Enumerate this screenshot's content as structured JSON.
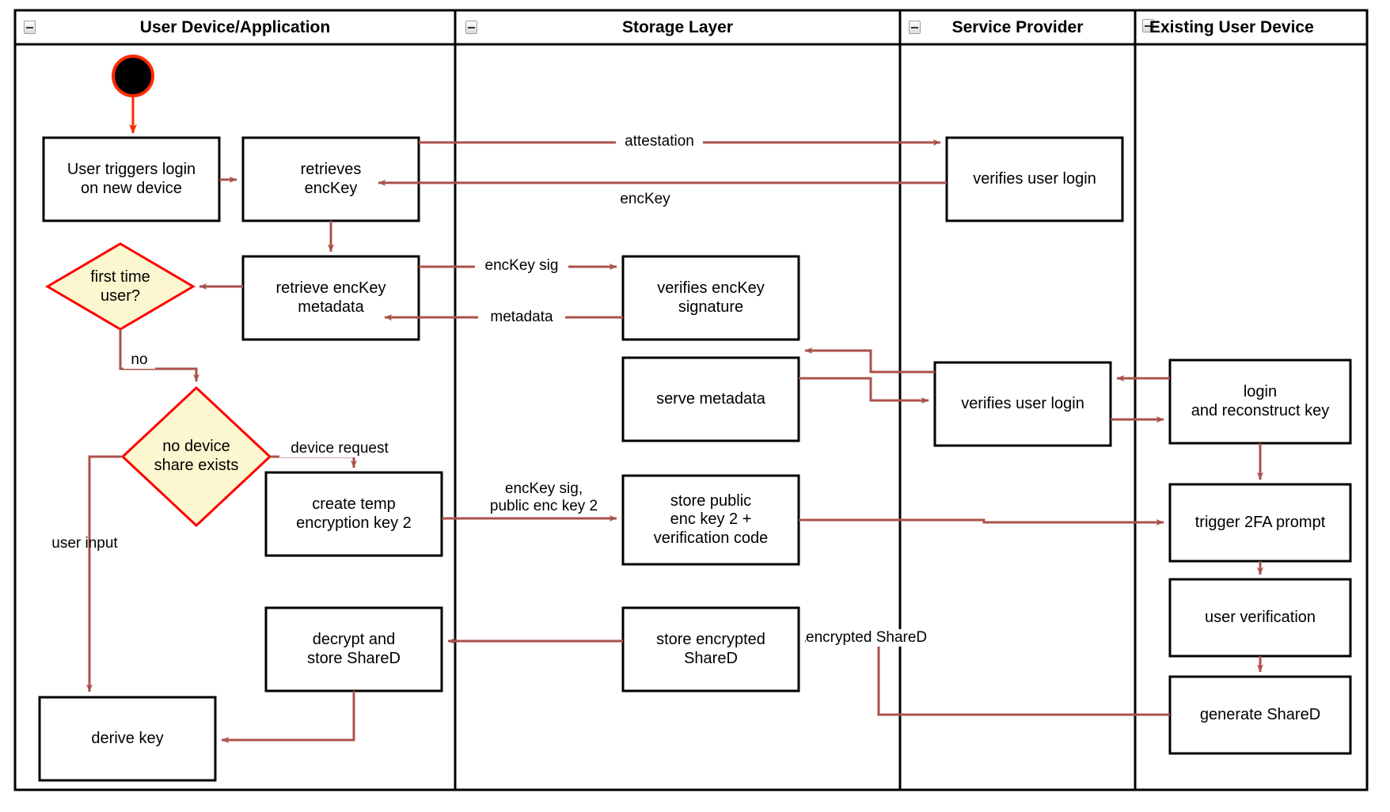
{
  "diagram": {
    "title": "Key recovery activity diagram",
    "colors": {
      "edge": "#ab514b",
      "start_arrow": "#ff2a00",
      "decision_fill": "#fdf7cf",
      "decision_stroke": "#ff0000",
      "node_stroke": "#000000",
      "lane_stroke": "#000000",
      "background": "#ffffff"
    },
    "lanes": [
      {
        "id": "lane-user-device",
        "label": "User Device/Application",
        "icon": "collapse-icon"
      },
      {
        "id": "lane-storage",
        "label": "Storage Layer",
        "icon": "collapse-icon"
      },
      {
        "id": "lane-service-provider",
        "label": "Service Provider",
        "icon": "collapse-icon"
      },
      {
        "id": "lane-existing-device",
        "label": "Existing User Device",
        "icon": "collapse-icon"
      }
    ],
    "nodes": [
      {
        "id": "start",
        "type": "start",
        "label": "",
        "lane": "lane-user-device"
      },
      {
        "id": "user-triggers-login",
        "type": "activity",
        "label": "User triggers login\non new device",
        "lane": "lane-user-device"
      },
      {
        "id": "retrieves-enckey",
        "type": "activity",
        "label": "retrieves\nencKey",
        "lane": "lane-user-device"
      },
      {
        "id": "retrieve-enckey-metadata",
        "type": "activity",
        "label": "retrieve encKey\nmetadata",
        "lane": "lane-user-device"
      },
      {
        "id": "first-time-user",
        "type": "decision",
        "label": "first time\nuser?",
        "lane": "lane-user-device"
      },
      {
        "id": "no-device-share-exists",
        "type": "decision",
        "label": "no device\nshare exists",
        "lane": "lane-user-device"
      },
      {
        "id": "create-temp-encryption-key-2",
        "type": "activity",
        "label": "create temp\nencryption key 2",
        "lane": "lane-user-device"
      },
      {
        "id": "decrypt-and-store-shared",
        "type": "activity",
        "label": "decrypt and\nstore ShareD",
        "lane": "lane-user-device"
      },
      {
        "id": "derive-key",
        "type": "activity",
        "label": "derive key",
        "lane": "lane-user-device"
      },
      {
        "id": "verifies-enckey-signature",
        "type": "activity",
        "label": "verifies encKey\nsignature",
        "lane": "lane-storage"
      },
      {
        "id": "serve-metadata",
        "type": "activity",
        "label": "serve metadata",
        "lane": "lane-storage"
      },
      {
        "id": "store-public-enc-key-2",
        "type": "activity",
        "label": "store public\nenc key 2 +\nverification code",
        "lane": "lane-storage"
      },
      {
        "id": "store-encrypted-shared",
        "type": "activity",
        "label": "store encrypted\nShareD",
        "lane": "lane-storage"
      },
      {
        "id": "verifies-user-login-1",
        "type": "activity",
        "label": "verifies user login",
        "lane": "lane-service-provider"
      },
      {
        "id": "verifies-user-login-2",
        "type": "activity",
        "label": "verifies user login",
        "lane": "lane-service-provider"
      },
      {
        "id": "login-and-reconstruct-key",
        "type": "activity",
        "label": "login\nand reconstruct key",
        "lane": "lane-existing-device"
      },
      {
        "id": "trigger-2fa-prompt",
        "type": "activity",
        "label": "trigger 2FA prompt",
        "lane": "lane-existing-device"
      },
      {
        "id": "user-verification",
        "type": "activity",
        "label": "user verification",
        "lane": "lane-existing-device"
      },
      {
        "id": "generate-shared",
        "type": "activity",
        "label": "generate ShareD",
        "lane": "lane-existing-device"
      }
    ],
    "edge_labels": [
      {
        "id": "attestation",
        "text": "attestation"
      },
      {
        "id": "enckey",
        "text": "encKey"
      },
      {
        "id": "enckey-sig",
        "text": "encKey sig"
      },
      {
        "id": "metadata",
        "text": "metadata"
      },
      {
        "id": "no",
        "text": "no"
      },
      {
        "id": "device-request",
        "text": "device request"
      },
      {
        "id": "enckey-sig-public-enc-key-2",
        "text": "encKey sig,\npublic enc key 2"
      },
      {
        "id": "user-input",
        "text": "user input"
      },
      {
        "id": "encrypted-shared",
        "text": "encrypted ShareD"
      }
    ]
  }
}
